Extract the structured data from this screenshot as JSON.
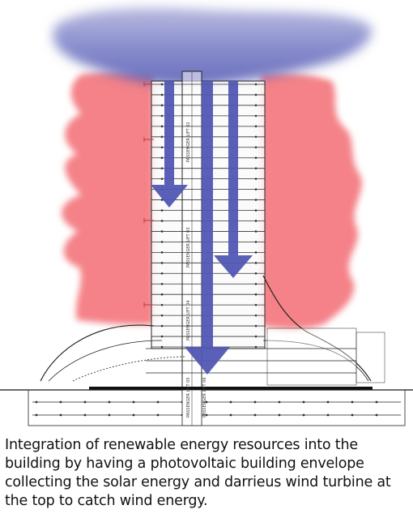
{
  "caption": "Integration of renewable energy resources into the building by having a photovoltaic building envelope collecting the solar energy and darrieus wind turbine at the top to catch wind energy.",
  "labels": {
    "lift_top": "PASSENGER LIFT 02",
    "lift_mid": "PASSENGER LIFT 03",
    "lift_low": "PASSENGER LIFT 04",
    "lift_base": "PASSENGER LIFT 05",
    "lift_base2": "PASSENGER LIFT 06"
  },
  "colors": {
    "wind": "#6a70c0",
    "solar": "#f07a82",
    "arrow": "#5258b4",
    "line": "#222222"
  }
}
